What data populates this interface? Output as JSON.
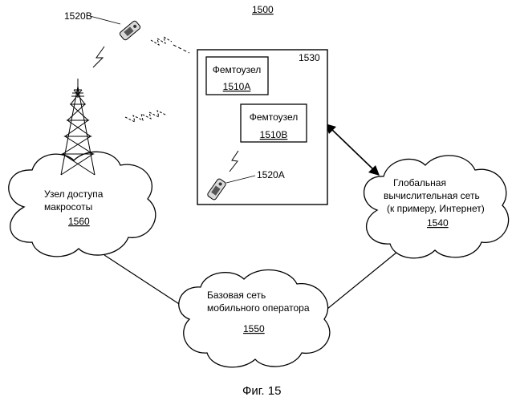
{
  "figure": {
    "number_label": "1500",
    "caption": "Фиг. 15"
  },
  "femto_area": {
    "ref": "1530",
    "node_a": {
      "title": "Фемтоузел",
      "ref": "1510A"
    },
    "node_b": {
      "title": "Фемтоузел",
      "ref": "1510B"
    }
  },
  "devices": {
    "ue_a": {
      "ref": "1520A"
    },
    "ue_b": {
      "ref": "1520B"
    }
  },
  "macro_node": {
    "line1": "Узел доступа",
    "line2": "макросоты",
    "ref": "1560"
  },
  "wide_area_network": {
    "line1": "Глобальная",
    "line2": "вычислительная сеть",
    "line3": "(к примеру, Интернет)",
    "ref": "1540"
  },
  "core_network": {
    "line1": "Базовая сеть",
    "line2": "мобильного оператора",
    "ref": "1550"
  },
  "colors": {
    "line": "#000000",
    "background": "#ffffff"
  }
}
